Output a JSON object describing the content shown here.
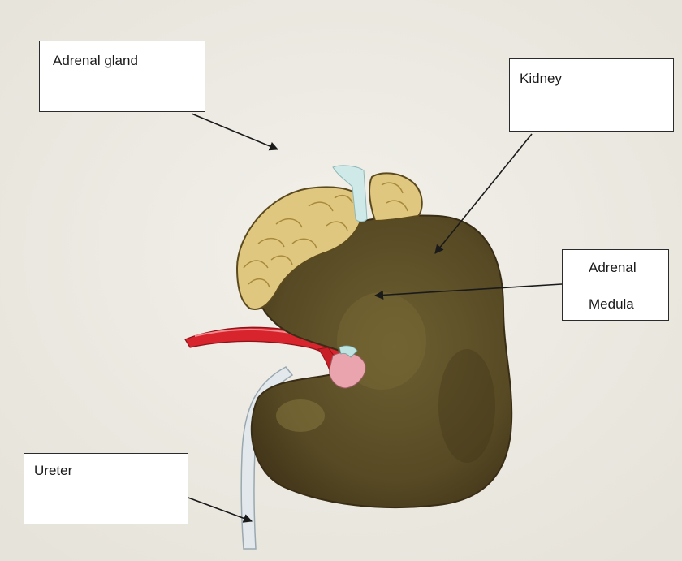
{
  "labels": {
    "adrenal_gland": "Adrenal gland",
    "kidney": "Kidney",
    "adrenal_medula_line1": "Adrenal",
    "adrenal_medula_line2": "Medula",
    "ureter": "Ureter"
  },
  "colors": {
    "paper": "#efede6",
    "kidney": "#5e5128",
    "kidney_outline": "#3a2d15",
    "adrenal_cortex": "#e0c77f",
    "adrenal_outline": "#5b4a1e",
    "artery": "#d8242c",
    "ureter": "#dfe6ea",
    "vein_blue": "#bfe3e1",
    "pelvis_pink": "#e9a4ad"
  }
}
